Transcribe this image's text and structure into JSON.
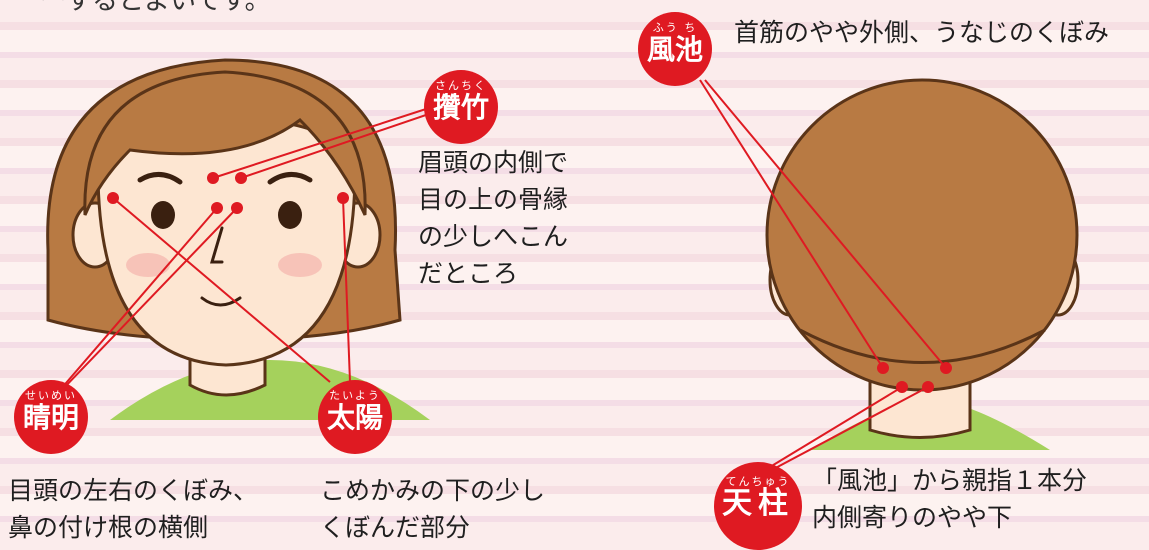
{
  "top_fragment": "ーするとよいです。",
  "points": {
    "sanchiku": {
      "ruby": "さんちく",
      "name": "攢竹",
      "desc": [
        "眉頭の内側で",
        "目の上の骨縁",
        "の少しへこん",
        "だところ"
      ]
    },
    "seimei": {
      "ruby": "せいめい",
      "name": "睛明",
      "desc": [
        "目頭の左右のくぼみ、",
        "鼻の付け根の横側"
      ]
    },
    "taiyou": {
      "ruby": "たいよう",
      "name": "太陽",
      "desc": [
        "こめかみの下の少し",
        "くぼんだ部分"
      ]
    },
    "fuuchi": {
      "ruby": "ふう ち",
      "name": "風池",
      "desc": [
        "首筋のやや外側、うなじのくぼみ"
      ]
    },
    "tenchuu": {
      "ruby": "てんちゅう",
      "name": "天柱",
      "desc": [
        "「風池」から親指１本分",
        "内側寄りのやや下"
      ]
    }
  },
  "colors": {
    "accent_red": "#df1a22",
    "hair": "#b87a43",
    "skin": "#fde6d2",
    "shirt": "#a5d15c"
  }
}
